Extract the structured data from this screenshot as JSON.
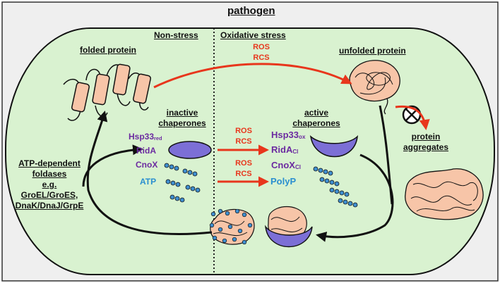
{
  "title": "pathogen",
  "sections": {
    "non_stress": "Non-stress",
    "oxidative_stress": "Oxidative stress"
  },
  "states": {
    "folded_protein": "folded protein",
    "unfolded_protein": "unfolded protein",
    "protein_aggregates_line1": "protein",
    "protein_aggregates_line2": "aggregates"
  },
  "stressors": {
    "ros": "ROS",
    "rcs": "RCS"
  },
  "inactive": {
    "title_line1": "inactive",
    "title_line2": "chaperones",
    "hsp33": "Hsp33",
    "hsp33_sub": "red",
    "rida": "RidA",
    "cnox": "CnoX",
    "atp": "ATP"
  },
  "active": {
    "title_line1": "active",
    "title_line2": "chaperones",
    "hsp33": "Hsp33",
    "hsp33_sub": "ox",
    "rida": "RidA",
    "rida_sub": "Cl",
    "cnox": "CnoX",
    "cnox_sub": "Cl",
    "polyp": "PolyP"
  },
  "foldases": {
    "line1": "ATP-dependent",
    "line2": "foldases",
    "line3": "e.g.",
    "line4": "GroEL/GroES,",
    "line5": "DnaK/DnaJ/GrpE"
  },
  "colors": {
    "background": "#d9f2d0",
    "stress_arrow": "#e8361c",
    "chaperone": "#7c6fd6",
    "protein": "#f7c5a8",
    "polyphosphate": "#3f8fd0",
    "text_purple": "#6b2aa0",
    "text_blue": "#2a8fd0"
  },
  "icons": [
    "helix-protein-icon",
    "unfolded-protein-icon",
    "aggregate-icon",
    "blocked-icon",
    "chaperone-oval-icon",
    "chaperone-cup-icon",
    "polyp-chain-icon"
  ]
}
